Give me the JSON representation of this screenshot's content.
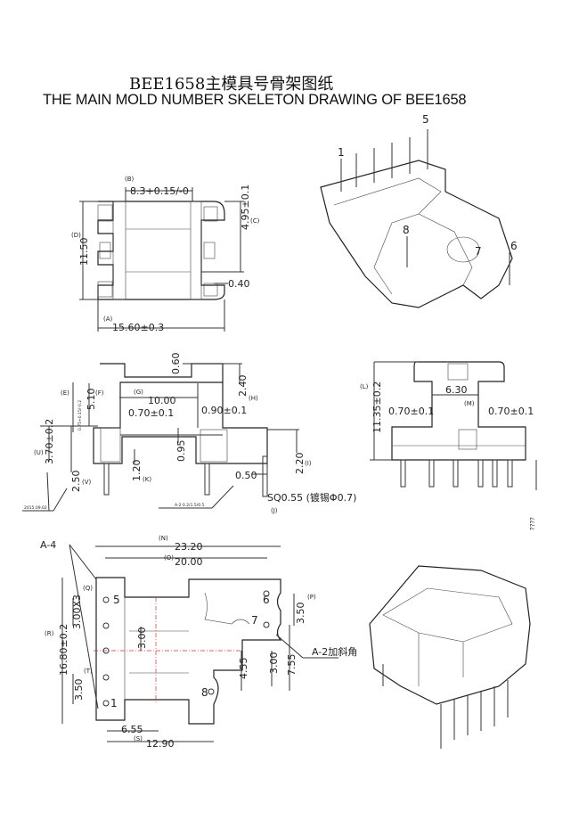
{
  "header": {
    "title": "BEE1658主模具号骨架图纸",
    "subtitle": "THE MAIN MOLD NUMBER SKELETON DRAWING OF BEE1658"
  },
  "top_view": {
    "labels": [
      "(B)",
      "8.3+0.15/-0",
      "4.95±0.1",
      "(C)",
      "(D)",
      "11.50",
      "0.40",
      "(A)",
      "15.60±0.3"
    ]
  },
  "front_view": {
    "labels": [
      "0.60",
      "(E)",
      "(F)",
      "(G)",
      "10.00",
      "2.40",
      "(H)",
      "5.10",
      "0.75+0.15/-0.2",
      "0.70±0.1",
      "0.90±0.1",
      "3.70±0.2",
      "(U)",
      "0.95",
      "2.20",
      "(I)",
      "1.20",
      "(K)",
      "2.50",
      "(V)",
      "0.50",
      "SQ0.55 (镀锡Φ0.7)",
      "(J)",
      "A-2 0.2/1.5/0.5",
      "2015.09.02"
    ]
  },
  "side_view": {
    "labels": [
      "(L)",
      "11.35±0.2",
      "6.30",
      "(M)",
      "0.70±0.1",
      "0.70±0.1",
      "????"
    ]
  },
  "bottom_view": {
    "labels": [
      "A-4",
      "(N)",
      "23.20",
      "(O)",
      "20.00",
      "(Q)",
      "3.00X3",
      "5",
      "(R)",
      "16.80±0.2",
      "3.00",
      "6",
      "7",
      "(P)",
      "3.50",
      "A-2加斜角",
      "7.55",
      "3.00",
      "4.55",
      "(T)",
      "3.50",
      "8",
      "1",
      "6.55",
      "(S)",
      "12.90"
    ]
  },
  "iso_view": {
    "pin_labels": [
      "1",
      "5",
      "8",
      "6",
      "7"
    ]
  }
}
